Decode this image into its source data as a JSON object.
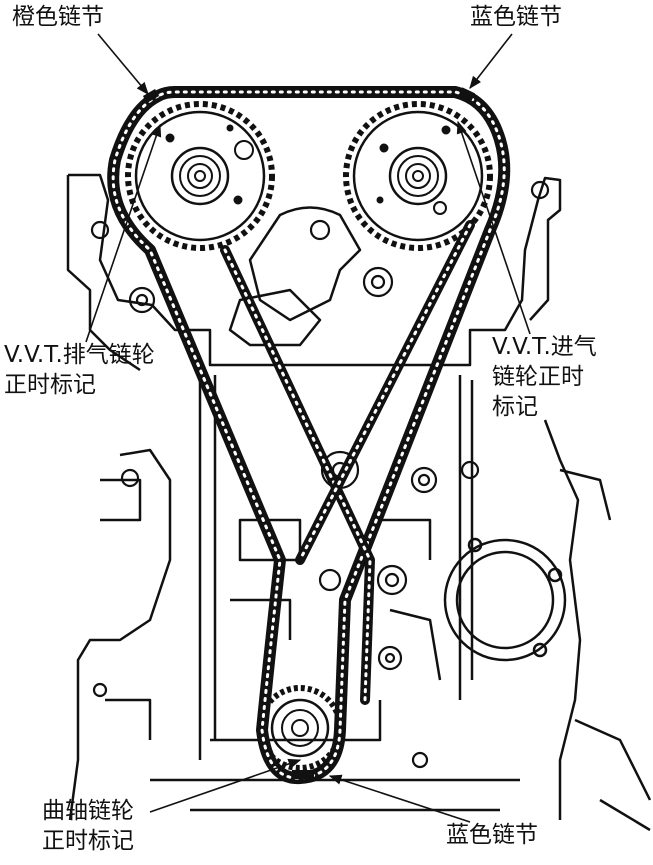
{
  "labels": {
    "orange_link": "橙色链节",
    "blue_link_top": "蓝色链节",
    "vvt_exhaust_line1": "V.V.T.排气链轮",
    "vvt_exhaust_line2": "正时标记",
    "vvt_intake_line1": "V.V.T.进气",
    "vvt_intake_line2": "链轮正时",
    "vvt_intake_line3": "标记",
    "crank_line1": "曲轴链轮",
    "crank_line2": "正时标记",
    "blue_link_bottom": "蓝色链节"
  },
  "colors": {
    "ink": "#111111",
    "paper": "#ffffff"
  }
}
